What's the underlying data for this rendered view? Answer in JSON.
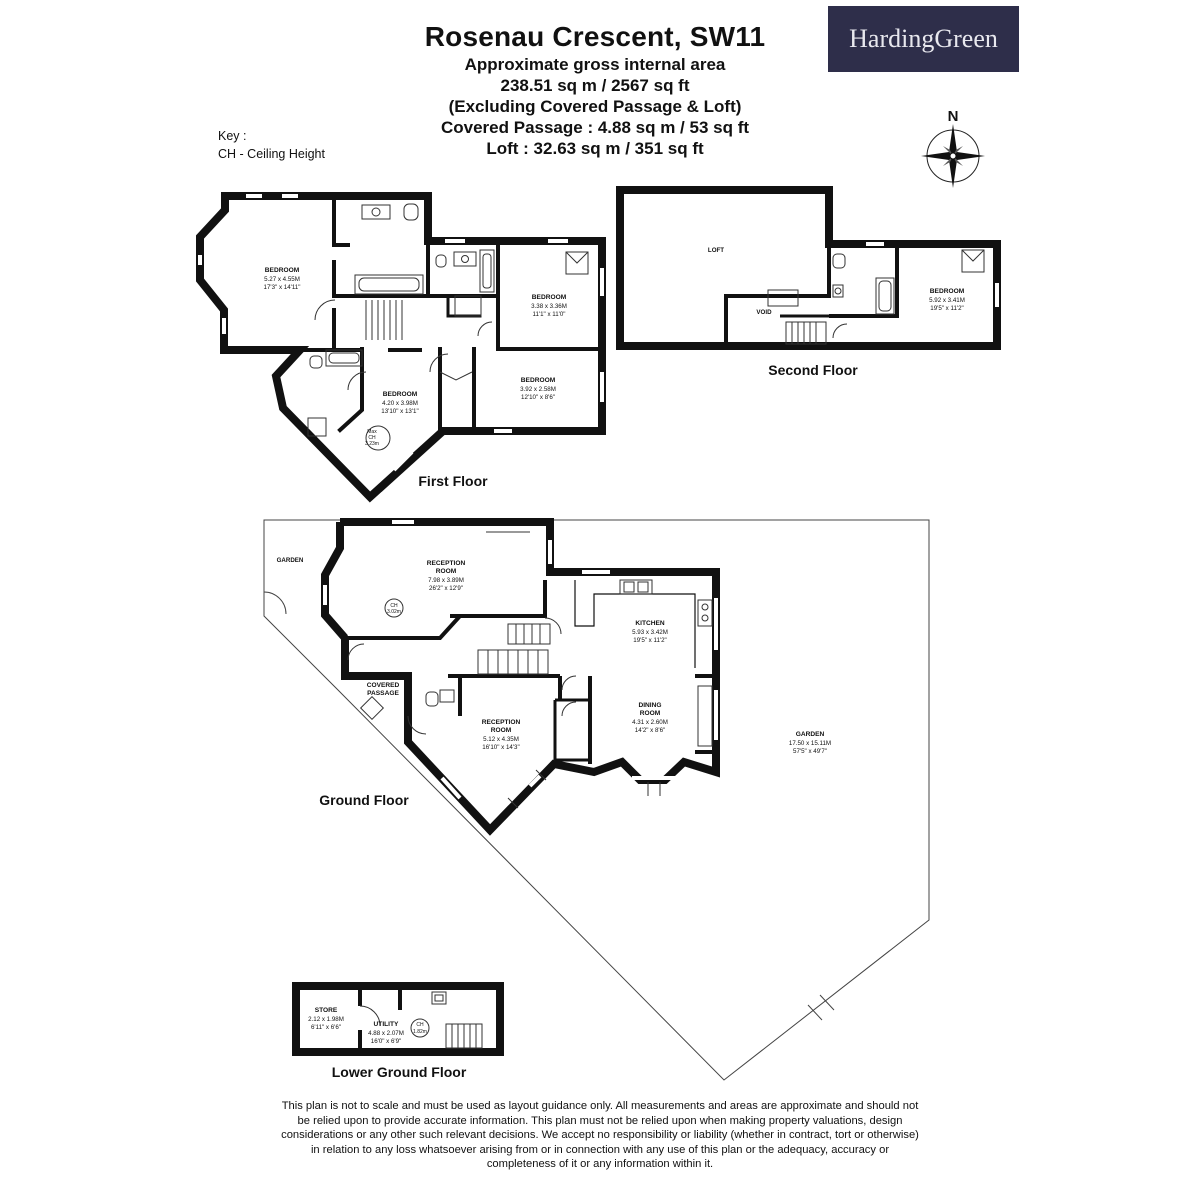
{
  "header": {
    "title": "Rosenau Crescent, SW11",
    "line1": "Approximate gross internal area",
    "line2": "238.51 sq m / 2567 sq ft",
    "line3": "(Excluding Covered Passage & Loft)",
    "line4": "Covered Passage : 4.88 sq m / 53 sq ft",
    "line5": "Loft : 32.63 sq m / 351 sq ft"
  },
  "logo": {
    "text": "HardingGreen",
    "bg_color": "#2e2e4a"
  },
  "key": {
    "title": "Key :",
    "item": "CH - Ceiling Height"
  },
  "compass": {
    "label": "N"
  },
  "floors": {
    "first": "First Floor",
    "second": "Second Floor",
    "ground": "Ground Floor",
    "lower": "Lower Ground Floor"
  },
  "rooms": {
    "ff_bed1": {
      "name": "BEDROOM",
      "metric": "5.27 x 4.55M",
      "imperial": "17'3\" x 14'11\""
    },
    "ff_bed2": {
      "name": "BEDROOM",
      "metric": "3.38 x 3.36M",
      "imperial": "11'1\" x 11'0\""
    },
    "ff_bed3": {
      "name": "BEDROOM",
      "metric": "4.20 x 3.98M",
      "imperial": "13'10\" x 13'1\""
    },
    "ff_bed4": {
      "name": "BEDROOM",
      "metric": "3.92 x 2.58M",
      "imperial": "12'10\" x 8'6\""
    },
    "ff_ch": {
      "l1": "Max",
      "l2": "CH",
      "l3": "3.23m"
    },
    "sf_loft": {
      "name": "LOFT"
    },
    "sf_void": {
      "name": "VOID"
    },
    "sf_bed": {
      "name": "BEDROOM",
      "metric": "5.92 x 3.41M",
      "imperial": "19'5\" x 11'2\""
    },
    "gf_garden_small": {
      "name": "GARDEN"
    },
    "gf_recep1": {
      "name": "RECEPTION",
      "name2": "ROOM",
      "metric": "7.98 x 3.89M",
      "imperial": "26'2\" x 12'9\""
    },
    "gf_recep1_ch": {
      "l1": "CH",
      "l2": "3.02m"
    },
    "gf_kitchen": {
      "name": "KITCHEN",
      "metric": "5.93 x 3.42M",
      "imperial": "19'5\" x 11'2\""
    },
    "gf_dining": {
      "name": "DINING",
      "name2": "ROOM",
      "metric": "4.31 x 2.60M",
      "imperial": "14'2\" x 8'6\""
    },
    "gf_covered": {
      "name": "COVERED",
      "name2": "PASSAGE"
    },
    "gf_recep2": {
      "name": "RECEPTION",
      "name2": "ROOM",
      "metric": "5.12 x 4.35M",
      "imperial": "16'10\" x 14'3\""
    },
    "gf_garden": {
      "name": "GARDEN",
      "metric": "17.50 x 15.11M",
      "imperial": "57'5\" x 49'7\""
    },
    "lg_store": {
      "name": "STORE",
      "metric": "2.12 x 1.98M",
      "imperial": "6'11\" x 6'6\""
    },
    "lg_utility": {
      "name": "UTILITY",
      "metric": "4.88 x 2.07M",
      "imperial": "16'0\" x 6'9\""
    },
    "lg_ch": {
      "l1": "CH",
      "l2": "1.82m"
    }
  },
  "disclaimer": "This plan is not to scale and must be used as layout guidance only. All measurements and areas are approximate and should not be relied upon to provide accurate information. This plan must not be relied upon when making property valuations, design considerations or any other such relevant decisions. We accept no responsibility or liability (whether in contract, tort or otherwise) in relation to any loss whatsoever arising from or in connection with any use of this plan or the adequacy, accuracy or completeness of it or any information within it."
}
